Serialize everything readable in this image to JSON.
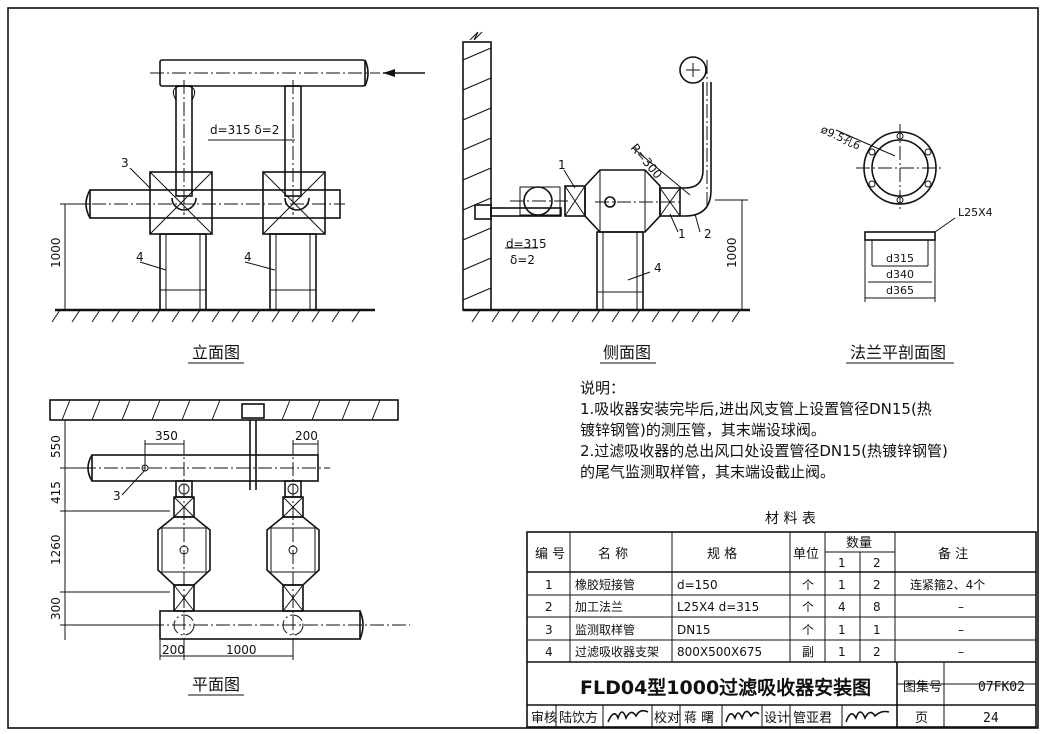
{
  "views": {
    "elevation": "立面图",
    "side": "侧面图",
    "flange_section": "法兰平剖面图",
    "plan": "平面图"
  },
  "elevation_labels": {
    "pipe_spec": "d=315  δ=2",
    "callout_3": "3",
    "callout_4a": "4",
    "callout_4b": "4",
    "height": "1000"
  },
  "side_labels": {
    "radius": "R=300",
    "callout_1": "1",
    "callout_1b": "1",
    "callout_2": "2",
    "callout_4": "4",
    "pipe_d": "d=315",
    "pipe_delta": "δ=2",
    "height": "1000"
  },
  "flange_labels": {
    "hole": "ø9.5孔6",
    "angle": "L25X4",
    "d1": "d315",
    "d2": "d340",
    "d3": "d365"
  },
  "plan_labels": {
    "dim_550": "550",
    "dim_415": "415",
    "dim_1260": "1260",
    "dim_300": "300",
    "dim_350": "350",
    "dim_200_top": "200",
    "dim_200_bottom": "200",
    "dim_1000": "1000",
    "callout_3": "3"
  },
  "notes": {
    "heading": "说明：",
    "line1": "1.吸收器安装完毕后,进出风支管上设置管径DN15(热",
    "line2": "镀锌钢管)的测压管，其末端设球阀。",
    "line3": "2.过滤吸收器的总出风口处设置管径DN15(热镀锌钢管)",
    "line4": "的尾气监测取样管，其末端设截止阀。"
  },
  "materials_table": {
    "title": "材   料   表",
    "headers": {
      "no": "编 号",
      "name": "名   称",
      "spec": "规   格",
      "unit": "单位",
      "qty": "数量",
      "qty1": "1",
      "qty2": "2",
      "remark": "备   注"
    },
    "rows": [
      {
        "no": "1",
        "name": "橡胶短接管",
        "spec": "d=150",
        "unit": "个",
        "q1": "1",
        "q2": "2",
        "remark": "连紧箍2、4个"
      },
      {
        "no": "2",
        "name": "加工法兰",
        "spec": "L25X4  d=315",
        "unit": "个",
        "q1": "4",
        "q2": "8",
        "remark": "–"
      },
      {
        "no": "3",
        "name": "监测取样管",
        "spec": "DN15",
        "unit": "个",
        "q1": "1",
        "q2": "1",
        "remark": "–"
      },
      {
        "no": "4",
        "name": "过滤吸收器支架",
        "spec": "800X500X675",
        "unit": "副",
        "q1": "1",
        "q2": "2",
        "remark": "–"
      }
    ]
  },
  "title_block": {
    "drawing_title": "FLD04型1000过滤吸收器安装图",
    "atlas_label": "图集号",
    "atlas_no": "07FK02",
    "review_label": "审核",
    "reviewer": "陆饮方",
    "check_label": "校对",
    "checker": "蒋 曙",
    "design_label": "设计",
    "designer": "管亚君",
    "page_label": "页",
    "page_no": "24"
  }
}
